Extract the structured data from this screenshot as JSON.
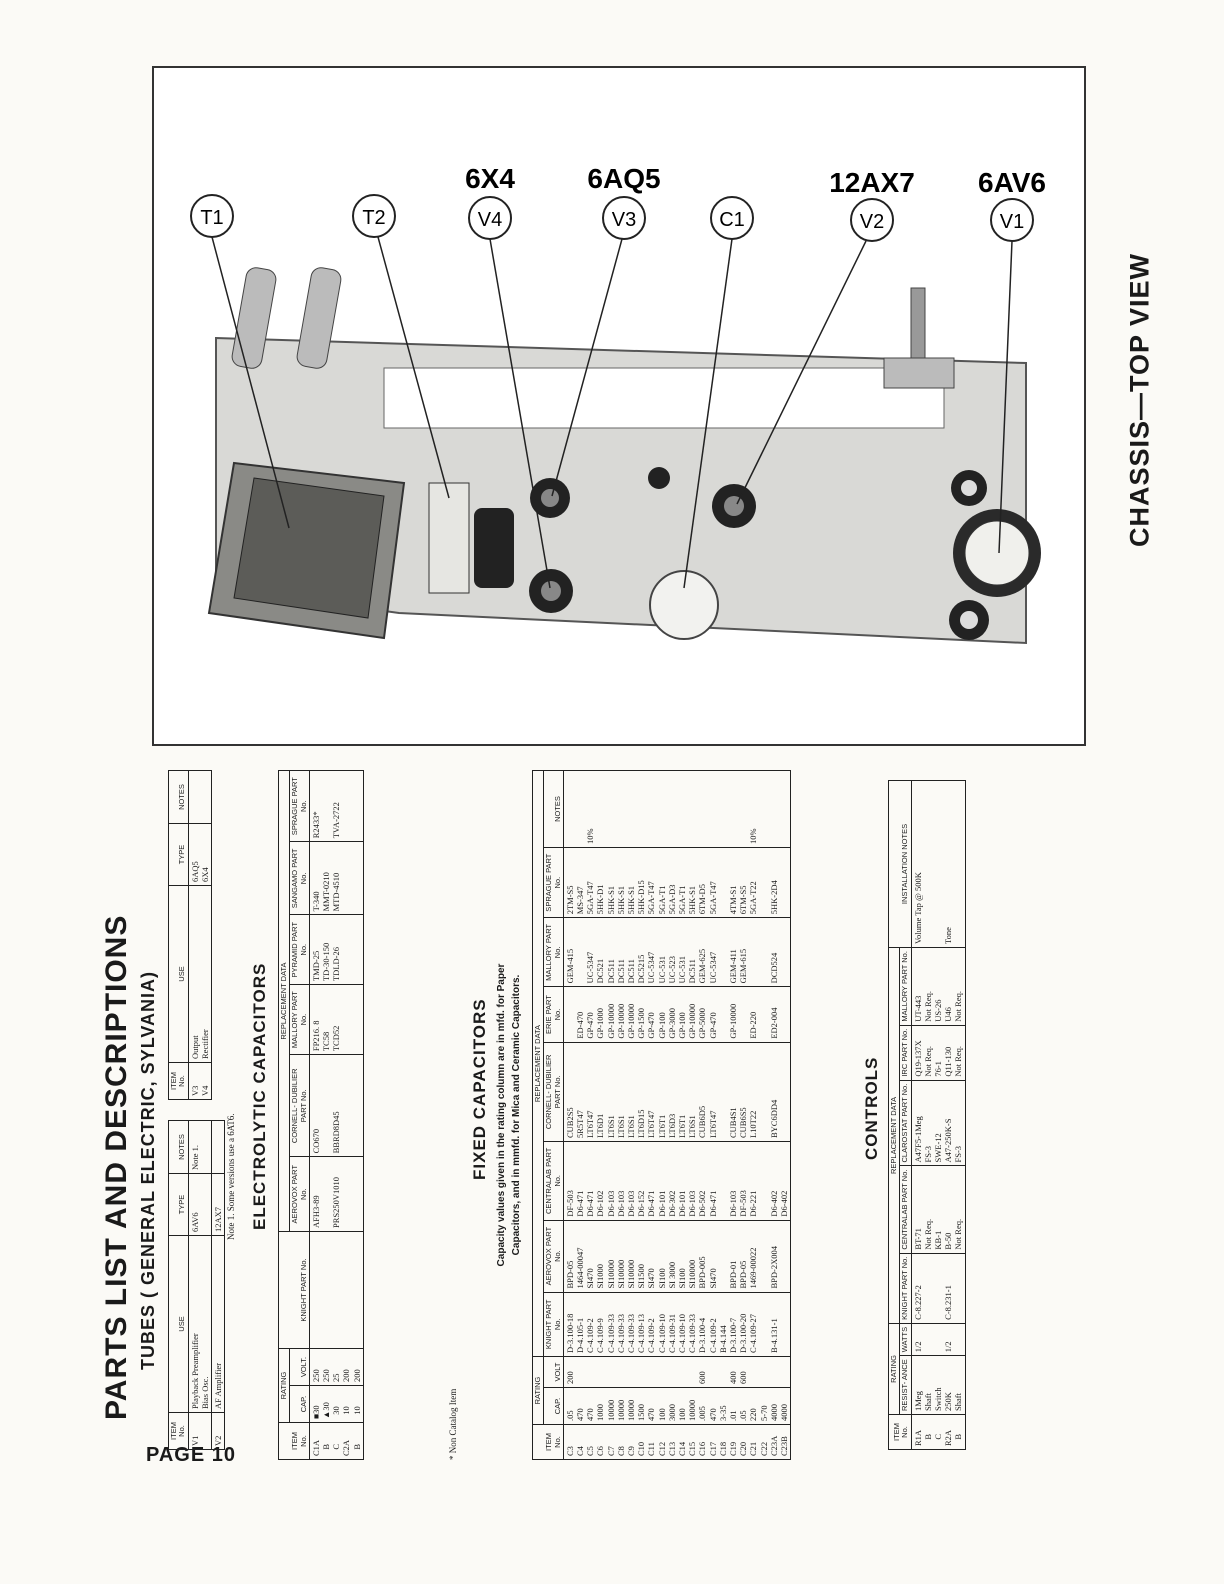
{
  "page": {
    "number_label": "PAGE 10"
  },
  "chassis": {
    "title": "CHASSIS—TOP VIEW",
    "tube_types": {
      "v4": "6X4",
      "v3": "6AQ5",
      "v2": "12AX7",
      "v1": "6AV6"
    },
    "callouts": {
      "t1": "T1",
      "t2": "T2",
      "v4": "V4",
      "v3": "V3",
      "c1": "C1",
      "v2": "V2",
      "v1": "V1"
    }
  },
  "parts_list": {
    "title": "PARTS LIST AND DESCRIPTIONS",
    "tubes": {
      "title": "TUBES ( GENERAL ELECTRIC, SYLVANIA)",
      "headers": [
        "ITEM\nNo.",
        "USE",
        "TYPE",
        "NOTES"
      ],
      "left_rows": [
        [
          "V1",
          "Playback Preamplifier\nBias Osc.",
          "6AV6",
          "Note 1."
        ],
        [
          "V2",
          "AF Amplifier",
          "12AX7",
          ""
        ]
      ],
      "right_rows": [
        [
          "V3\nV4",
          "Output\nRectifier",
          "6AQ5\n6X4",
          ""
        ]
      ],
      "note": "Note 1.  Some versions use a 6AT6."
    },
    "electrolytic": {
      "title": "ELECTROLYTIC CAPACITORS",
      "group_rating": "RATING",
      "group_replacement": "REPLACEMENT DATA",
      "headers": [
        "ITEM\nNo.",
        "CAP.",
        "VOLT.",
        "KNIGHT\nPART No.",
        "AEROVOX\nPART No.",
        "CORNELL-\nDUBILIER\nPART No.",
        "MALLORY\nPART No.",
        "PYRAMID\nPART No.",
        "SANGAMO\nPART No.",
        "SPRAGUE\nPART No."
      ],
      "row": [
        "C1A\n   B\n   C\nC2A\n   B",
        "■30\n▲30\n  30\n  10\n  10",
        "250\n250\n25\n200\n200",
        "",
        "AFH3-89\n\nPRS250V1010",
        "CO670\n\nBBRD8D45",
        "FP216. 8\nTC58\nTCD52",
        "TMD-25\nTD-30-150\nTDLD-26",
        "T-340\nMMT-0210\nMTD-4510",
        "R2433*\n\nTVA-2722"
      ],
      "footnote": "* Non Catalog Item"
    },
    "fixed": {
      "title": "FIXED CAPACITORS",
      "note_line1": "Capacity values given in the rating column are in mfd. for Paper",
      "note_line2": "Capacitors, and in mmfd. for Mica and Ceramic Capacitors.",
      "group_rating": "RATING",
      "group_replacement": "REPLACEMENT DATA",
      "headers": [
        "ITEM\nNo.",
        "CAP.",
        "VOLT",
        "KNIGHT\nPART No.",
        "AEROVOX\nPART No.",
        "CENTRALAB\nPART No.",
        "CORNELL-\nDUBILIER\nPART No.",
        "ERIE\nPART No.",
        "MALLORY\nPART No.",
        "SPRAGUE\nPART No.",
        "NOTES"
      ],
      "rows": [
        [
          "C3\nC4\nC5\nC6\nC7\nC8\nC9\nC10\nC11\nC12\nC13\nC14\nC15\nC16\nC17\nC18\nC19\nC20\nC21\nC22\nC23A\nC23B",
          ".05\n470\n470\n1000\n10000\n10000\n10000\n1500\n470\n100\n3000\n100\n10000\n.005\n470\n3-35\n.01\n.05\n220\n5-70\n4000\n4000",
          "200\n\n\n\n\n\n\n\n\n\n\n\n\n600\n\n\n400\n600",
          "D-3.100-18\nD-4.105-1\nC-4.109-2\nC-4.109-9\nC-4.109-33\nC-4.109-33\nC-4.109-33\nC-4.109-13\nC-4.109-2\nC-4.109-10\nC-4.109-31\nC-4.109-10\nC-4.109-33\nD-3.100-4\nC-4.109-2\nB-4.144\nD-3.100-7\nD-3.100-20\nC-4.109-27\n\nB-4.131-1",
          "BPD-05\n1464-00047\nSI470\nSI1000\nSI10000\nSI10000\nSI10000\nSI1500\nSI470\nSI100\nSI 3000\nSI100\nSI10000\nBPD-005\nSI470\n\nBPD-01\nBPD-05\n1469-00022\n\nBPD-2X004",
          "DF-503\nD6-471\nD6-471\nD6-102\nD6-103\nD6-103\nD6-103\nD6-152\nD6-471\nD6-101\nD6-302\nD6-101\nD6-103\nD6-502\nD6-471\n\nD6-103\nDF-503\nD6-221\n\nD6-402\nD6-402",
          "CUB2S5\n5R5T47\nLT6T47\nLT6D1\nLT6S1\nLT6S1\nLT6S1\nLT6D15\nLT6T47\nLT6T1\nLT6D3\nLT6T1\nLT6S1\nCUB6D5\nLT6T47\n\nCUB4S1\nCUB6S5\nL10T22\n\nBYC6DD4",
          "\nED-470\nGP-470\nGP-1000\nGP-10000\nGP-10000\nGP-10000\nGP-1500\nGP-470\nGP-100\nGP-3000\nGP-100\nGP-10000\nGP-5000\nGP-470\n\nGP-10000\n\nED-220\n\nED2-004",
          "GEM-415\n\nUC-5347\nDC521\nDC511\nDC511\nDC511\nDC5215\nUC-5347\nUC-531\nUC-523\nUC-531\nDC511\nGEM-625\nUC-5347\n\nGEM-411\nGEM-615\n\n\nDCD524",
          "2TM-S5\nMS-347\n5GA-T47\n5HK-D1\n5HK-S1\n5HK-S1\n5HK-S1\n5HK-D15\n5GA-T47\n5GA-T1\n5GA-D3\n5GA-T1\n5HK-S1\n6TM-D5\n5GA-T47\n\n4TM-S1\n6TM-S5\n5GA-T22\n\n5HK-2D4",
          "\n\n10%\n\n\n\n\n\n\n\n\n\n\n\n\n\n\n\n10%"
        ]
      ]
    },
    "controls": {
      "title": "CONTROLS",
      "group_rating": "RATING",
      "group_replacement": "REPLACEMENT DATA",
      "headers": [
        "ITEM\nNo.",
        "RESIST-\nANCE",
        "WATTS",
        "KNIGHT\nPART No.",
        "CENTRALAB\nPART No.",
        "CLAROSTAT\nPART No.",
        "IRC\nPART No.",
        "MALLORY\nPART No.",
        "INSTALLATION NOTES"
      ],
      "row": [
        "R1A\n   B\n   C\nR2A\n   B",
        "1Meg\nShaft\nSwitch\n250K\nShaft",
        "1/2\n\n\n1/2",
        "C-8.227-2\n\n\nC-8.231-1",
        "BT-71\nNot Req.\nKB-1\nB-50\nNot Req.",
        "A47F5-1Meg\nFS-3\nSWE-12\nA47-250K-S\nFS-3",
        "Q19-137X\nNot Req.\n76-1\nQ11-130\nNot Req.",
        "UT-443\nNot Req.\nUS-26\nU46\nNot Req.",
        "Volume Tap @ 500K\n\n\nTone"
      ]
    }
  }
}
